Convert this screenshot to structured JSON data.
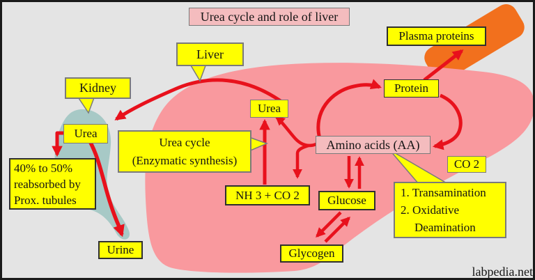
{
  "title": "Urea cycle and role of liver",
  "watermark": "labpedia.net",
  "colors": {
    "background": "#e4e4e4",
    "liver_fill": "#f9999e",
    "kidney_fill": "#a7c9c6",
    "vessel_orange": "#f2701d",
    "arrow_red": "#e8111c",
    "label_yellow": "#ffff00",
    "label_pink": "#f4bcbe"
  },
  "labels": {
    "liver": "Liver",
    "kidney": "Kidney",
    "urea_kidney": "Urea",
    "urea_liver": "Urea",
    "reabsorbed": {
      "line1": "40% to 50%",
      "line2": "reabsorbed by",
      "line3": "Prox. tubules"
    },
    "urine": "Urine",
    "urea_cycle": {
      "line1": "Urea cycle",
      "line2": "(Enzymatic synthesis)"
    },
    "nh3_co2": "NH 3 + CO 2",
    "glucose": "Glucose",
    "glycogen": "Glycogen",
    "protein": "Protein",
    "plasma_proteins": "Plasma proteins",
    "amino_acids": "Amino acids (AA)",
    "co2": "CO 2",
    "deamination": {
      "line1": "1. Transamination",
      "line2": "2. Oxidative",
      "line3": "Deamination"
    }
  }
}
